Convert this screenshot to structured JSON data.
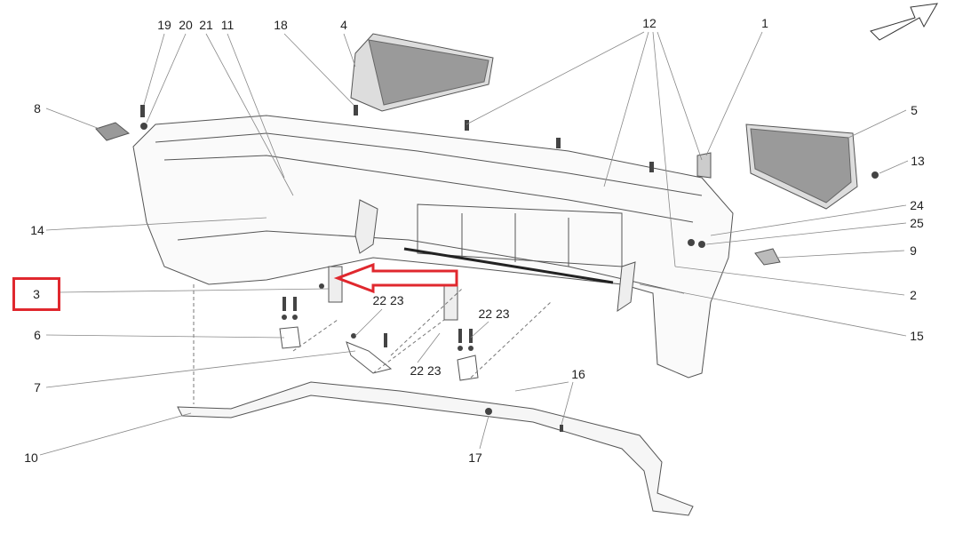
{
  "diagram": {
    "highlight_color": "#e0282e",
    "highlighted_part": "3",
    "callouts": {
      "c19": "19",
      "c20": "20",
      "c21": "21",
      "c11": "11",
      "c18": "18",
      "c4": "4",
      "c12": "12",
      "c1": "1",
      "c8": "8",
      "c5": "5",
      "c13": "13",
      "c14": "14",
      "c24": "24",
      "c25": "25",
      "c9": "9",
      "c3": "3",
      "c2": "2",
      "c2223a": "22 23",
      "c2223b": "22 23",
      "c2223c": "22 23",
      "c6": "6",
      "c15": "15",
      "c7": "7",
      "c16": "16",
      "c10": "10",
      "c17": "17"
    }
  }
}
